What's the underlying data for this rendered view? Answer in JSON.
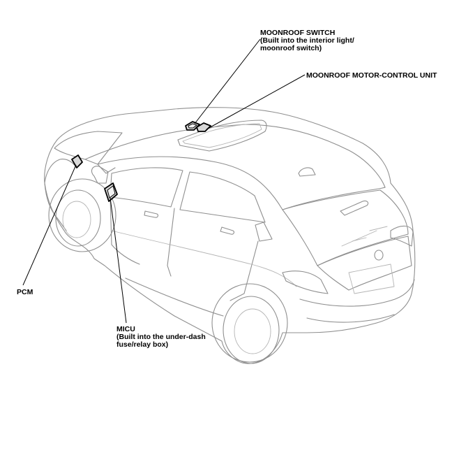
{
  "labels": {
    "moonroof_switch": {
      "line1": "MOONROOF SWITCH",
      "line2": "(Built into the interior light/",
      "line3": "moonroof switch)"
    },
    "moonroof_motor_control_unit": {
      "line1": "MOONROOF MOTOR-CONTROL UNIT"
    },
    "pcm": {
      "line1": "PCM"
    },
    "micu": {
      "line1": "MICU",
      "line2": "(Built into the under-dash",
      "line3": "fuse/relay box)"
    }
  },
  "colors": {
    "vehicle_outline": "#8f8f8f",
    "leader_lines": "#000000",
    "component_fill": "#d9d9d9"
  }
}
